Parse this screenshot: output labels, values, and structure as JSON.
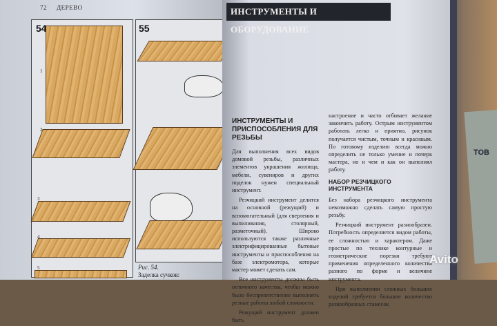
{
  "left_page": {
    "page_number": "72",
    "running_head": "ДЕРЕВО",
    "figures": [
      {
        "number": "54"
      },
      {
        "number": "55"
      }
    ],
    "caption": {
      "title": "Рис. 54.",
      "text": "Заделка сучков:"
    },
    "labels": [
      "1",
      "2",
      "3",
      "4",
      "5"
    ]
  },
  "right_page": {
    "banner": "ИНСТРУМЕНТЫ И ОБОРУДОВАНИЕ",
    "section_title": "ИНСТРУМЕНТЫ И ПРИСПОСОБЛЕНИЯ ДЛЯ РЕЗЬБЫ",
    "col1": [
      "Для выполнения всех видов домовой резьбы, различных элементов украшения жилища, мебели, сувениров и других поделок нужен специальный инструмент.",
      "Резчицкий инструмент делится на основной (режущий) и вспомогательный (для сверления и выпиливания, столярный, разметочный). Широко используются также различные электрифицированные бытовые инструменты и приспособления на базе электромотора, которые мастер может сделать сам.",
      "Все инструменты должны быть отличного качества, чтобы можно было беспрепятственно выполнять резные работы любой сложности.",
      "Режущий инструмент должен быть"
    ],
    "col2": [
      "настроение и часто отбивает желание закончить работу. Острым инструментом работать легко и приятно, рисунок получается чистым, точным и красивым. По готовому изделию всегда можно определить не только умение и почерк мастера, но и чем и как он выполнял работу."
    ],
    "subsection_title": "НАБОР РЕЗЧИЦКОГО ИНСТРУМЕНТА",
    "col2b": [
      "Без набора резчицкого инструмента невозможно сделать самую простую резьбу.",
      "Резчицкий инструмент разнообразен. Потребность определяется видом работы, ее сложностью и характером. Даже простые по технике контурные и геометрические порезки требуют применения определенного количества разного по форме и величине инструмента.",
      "При выполнении сложных больших изделий требуется большое количество разнообразных стамесок"
    ]
  },
  "background": {
    "card_text": "ТОВ"
  },
  "watermark": "Avito"
}
